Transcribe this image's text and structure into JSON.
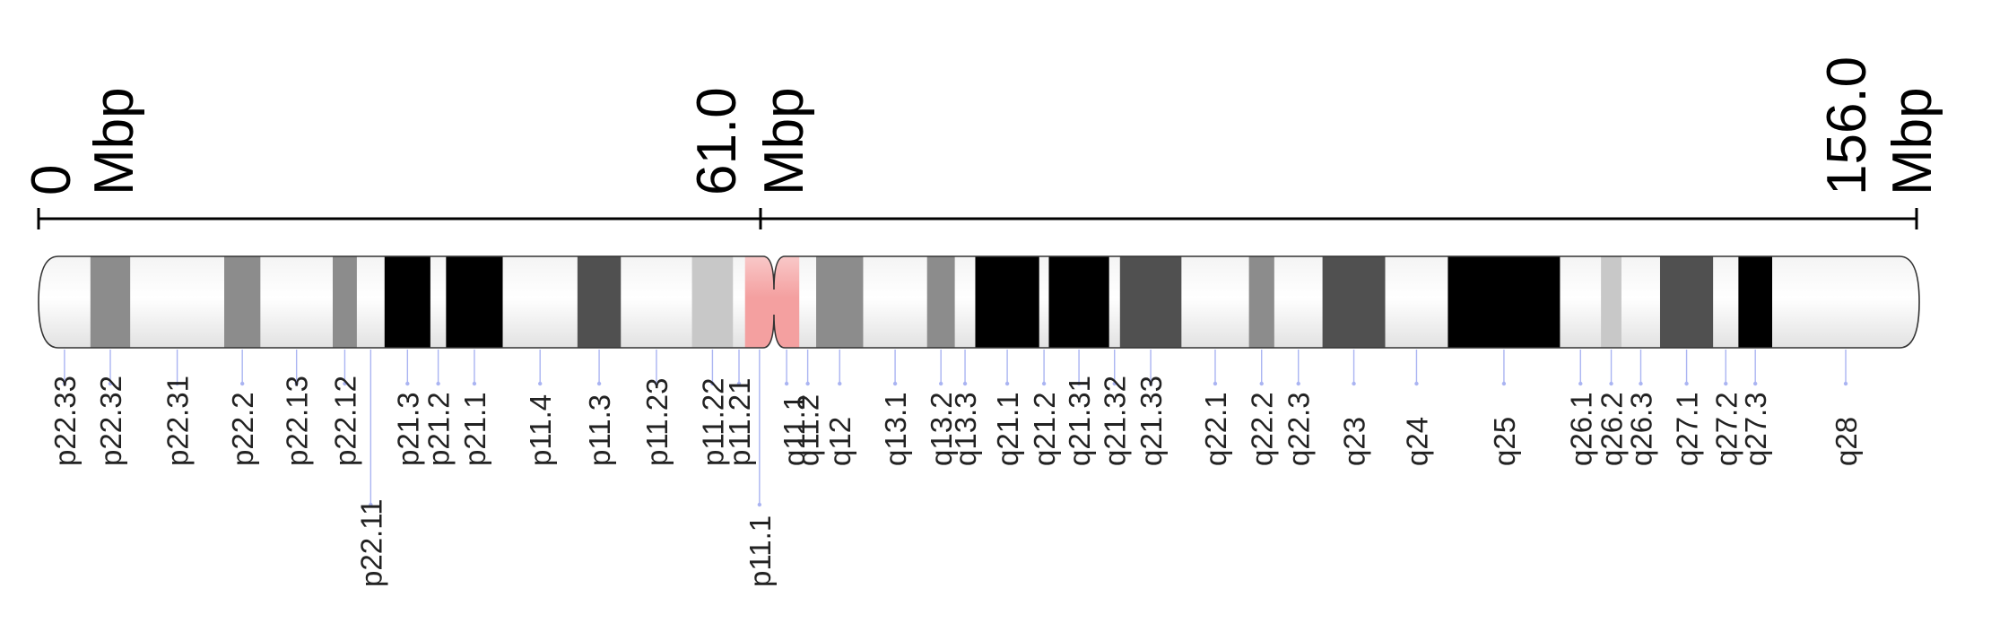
{
  "chromosome": {
    "length_mbp": 156.0,
    "centromere_mbp": 61.0,
    "scale_labels": [
      {
        "value": "0",
        "unit": "Mbp"
      },
      {
        "value": "61.0",
        "unit": "Mbp"
      },
      {
        "value": "156.0",
        "unit": "Mbp"
      }
    ],
    "colors": {
      "outline": "#333333",
      "gneg": "#ffffff",
      "gpos25": "#c8c8c8",
      "gpos50": "#8c8c8c",
      "gpos75": "#505050",
      "gpos100": "#000000",
      "acen": "#f4a0a0",
      "leader": "#aab4f2"
    },
    "bands": [
      {
        "name": "p22.33",
        "start": 0.0,
        "end": 4.3,
        "stain": "gneg"
      },
      {
        "name": "p22.32",
        "start": 4.3,
        "end": 7.6,
        "stain": "gpos50"
      },
      {
        "name": "p22.31",
        "start": 7.6,
        "end": 15.4,
        "stain": "gneg"
      },
      {
        "name": "p22.2",
        "start": 15.4,
        "end": 18.4,
        "stain": "gpos50"
      },
      {
        "name": "p22.13",
        "start": 18.4,
        "end": 24.4,
        "stain": "gneg"
      },
      {
        "name": "p22.12",
        "start": 24.4,
        "end": 26.4,
        "stain": "gpos50"
      },
      {
        "name": "p22.11",
        "start": 26.4,
        "end": 28.7,
        "stain": "gneg"
      },
      {
        "name": "p21.3",
        "start": 28.7,
        "end": 32.5,
        "stain": "gpos100"
      },
      {
        "name": "p21.2",
        "start": 32.5,
        "end": 33.8,
        "stain": "gneg"
      },
      {
        "name": "p21.1",
        "start": 33.8,
        "end": 38.5,
        "stain": "gpos100"
      },
      {
        "name": "p11.4",
        "start": 38.5,
        "end": 44.7,
        "stain": "gneg"
      },
      {
        "name": "p11.3",
        "start": 44.7,
        "end": 48.3,
        "stain": "gpos75"
      },
      {
        "name": "p11.23",
        "start": 48.3,
        "end": 54.2,
        "stain": "gneg"
      },
      {
        "name": "p11.22",
        "start": 54.2,
        "end": 57.6,
        "stain": "gpos25"
      },
      {
        "name": "p11.21",
        "start": 57.6,
        "end": 58.6,
        "stain": "gneg"
      },
      {
        "name": "p11.1",
        "start": 58.6,
        "end": 61.0,
        "stain": "acen"
      },
      {
        "name": "q11.1",
        "start": 61.0,
        "end": 63.1,
        "stain": "acen"
      },
      {
        "name": "q11.2",
        "start": 63.1,
        "end": 64.5,
        "stain": "gneg"
      },
      {
        "name": "q12",
        "start": 64.5,
        "end": 68.4,
        "stain": "gpos50"
      },
      {
        "name": "q13.1",
        "start": 68.4,
        "end": 73.7,
        "stain": "gneg"
      },
      {
        "name": "q13.2",
        "start": 73.7,
        "end": 76.0,
        "stain": "gpos50"
      },
      {
        "name": "q13.3",
        "start": 76.0,
        "end": 77.7,
        "stain": "gneg"
      },
      {
        "name": "q21.1",
        "start": 77.7,
        "end": 83.0,
        "stain": "gpos100"
      },
      {
        "name": "q21.2",
        "start": 83.0,
        "end": 83.8,
        "stain": "gneg"
      },
      {
        "name": "q21.31",
        "start": 83.8,
        "end": 88.8,
        "stain": "gpos100"
      },
      {
        "name": "q21.32",
        "start": 88.8,
        "end": 89.7,
        "stain": "gneg"
      },
      {
        "name": "q21.33",
        "start": 89.7,
        "end": 94.8,
        "stain": "gpos75"
      },
      {
        "name": "q22.1",
        "start": 94.8,
        "end": 100.4,
        "stain": "gneg"
      },
      {
        "name": "q22.2",
        "start": 100.4,
        "end": 102.5,
        "stain": "gpos50"
      },
      {
        "name": "q22.3",
        "start": 102.5,
        "end": 106.5,
        "stain": "gneg"
      },
      {
        "name": "q23",
        "start": 106.5,
        "end": 111.7,
        "stain": "gpos75"
      },
      {
        "name": "q24",
        "start": 111.7,
        "end": 116.9,
        "stain": "gneg"
      },
      {
        "name": "q25",
        "start": 116.9,
        "end": 126.2,
        "stain": "gpos100"
      },
      {
        "name": "q26.1",
        "start": 126.2,
        "end": 129.6,
        "stain": "gneg"
      },
      {
        "name": "q26.2",
        "start": 129.6,
        "end": 131.3,
        "stain": "gpos25"
      },
      {
        "name": "q26.3",
        "start": 131.3,
        "end": 134.5,
        "stain": "gneg"
      },
      {
        "name": "q27.1",
        "start": 134.5,
        "end": 138.9,
        "stain": "gpos75"
      },
      {
        "name": "q27.2",
        "start": 138.9,
        "end": 141.0,
        "stain": "gneg"
      },
      {
        "name": "q27.3",
        "start": 141.0,
        "end": 143.8,
        "stain": "gpos100"
      },
      {
        "name": "q28",
        "start": 143.8,
        "end": 156.0,
        "stain": "gneg"
      }
    ]
  }
}
